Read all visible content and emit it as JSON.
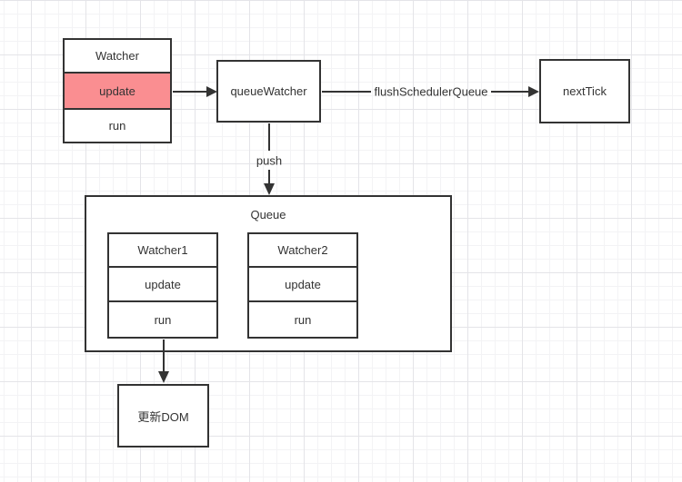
{
  "colors": {
    "node_border": "#333333",
    "node_fill": "#ffffff",
    "text": "#333333",
    "highlight_fill": "#FA8E91",
    "arrow": "#333333",
    "grid_minor": "#f3f3f5",
    "grid_major": "#e4e4e8",
    "canvas_bg": "#ffffff"
  },
  "nodes": {
    "watcher": {
      "title": "Watcher",
      "method_update": "update",
      "method_run": "run"
    },
    "queue_watcher": {
      "label": "queueWatcher"
    },
    "next_tick": {
      "label": "nextTick"
    },
    "queue": {
      "title": "Queue"
    },
    "watcher1": {
      "title": "Watcher1",
      "method_update": "update",
      "method_run": "run"
    },
    "watcher2": {
      "title": "Watcher2",
      "method_update": "update",
      "method_run": "run"
    },
    "update_dom": {
      "label": "更新DOM"
    }
  },
  "edges": {
    "flush_label": "flushSchedulerQueue",
    "push_label": "push"
  }
}
